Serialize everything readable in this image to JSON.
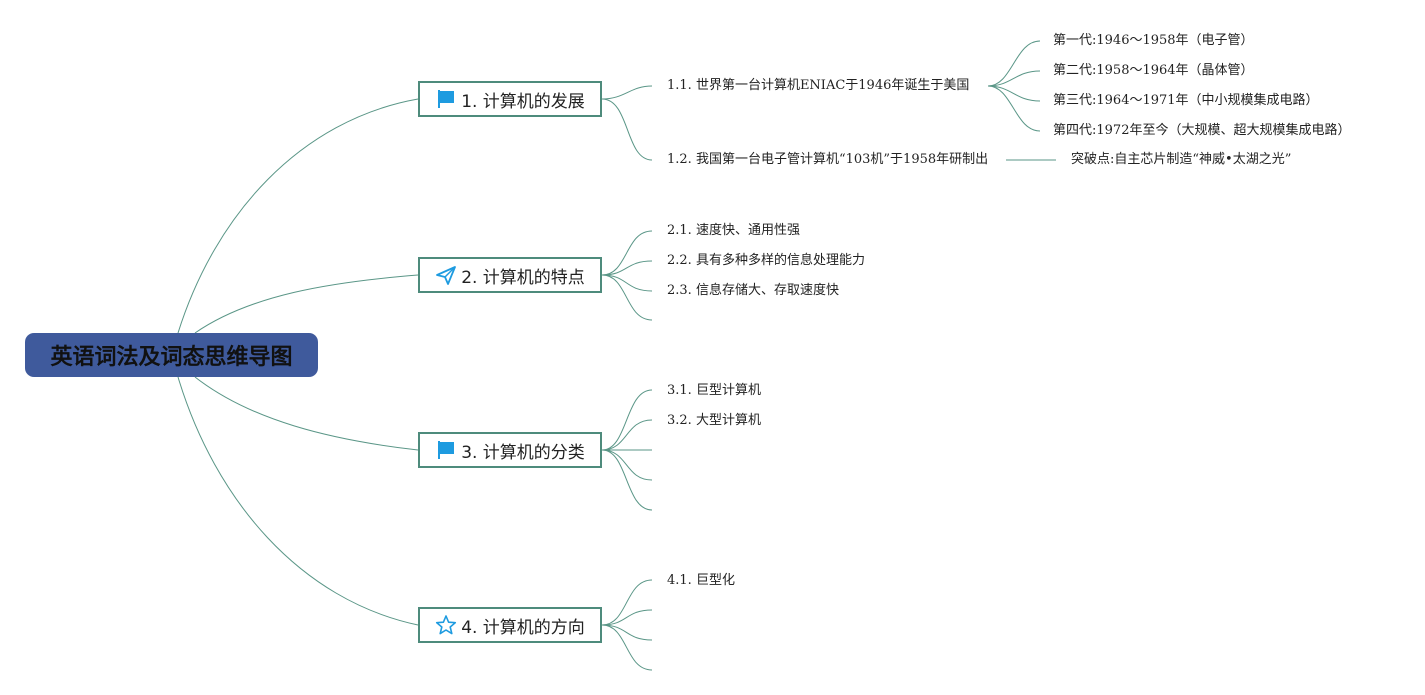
{
  "root": {
    "label": "英语词法及词态思维导图"
  },
  "branches": [
    {
      "label": "1. 计算机的发展",
      "icon": "flag-icon",
      "items": [
        "1.1. 世界第一台计算机ENIAC于1946年诞生于美国",
        "1.2. 我国第一台电子管计算机“103机”于1958年研制出"
      ]
    },
    {
      "label": "2. 计算机的特点",
      "icon": "paper-plane-icon",
      "items": [
        "2.1. 速度快、通用性强",
        "2.2. 具有多种多样的信息处理能力",
        "2.3. 信息存储大、存取速度快"
      ]
    },
    {
      "label": "3. 计算机的分类",
      "icon": "flag-icon",
      "items": [
        "3.1. 巨型计算机",
        "3.2. 大型计算机"
      ]
    },
    {
      "label": "4. 计算机的方向",
      "icon": "star-icon",
      "items": [
        "4.1. 巨型化"
      ]
    }
  ],
  "generations": [
    "第一代:1946～1958年（电子管）",
    "第二代:1958～1964年（晶体管）",
    "第三代:1964～1971年（中小规模集成电路）",
    "第四代:1972年至今（大规模、超大规模集成电路）"
  ],
  "breakthrough": "突破点:自主芯片制造“神威•太湖之光”",
  "colors": {
    "root_fill": "#3f5a9c",
    "branch_border": "#4e8b7c",
    "link_stroke": "#5a9687",
    "flag_icon": "#1e9be0",
    "plane_icon": "#1e9be0",
    "star_icon": "#1e9be0"
  }
}
